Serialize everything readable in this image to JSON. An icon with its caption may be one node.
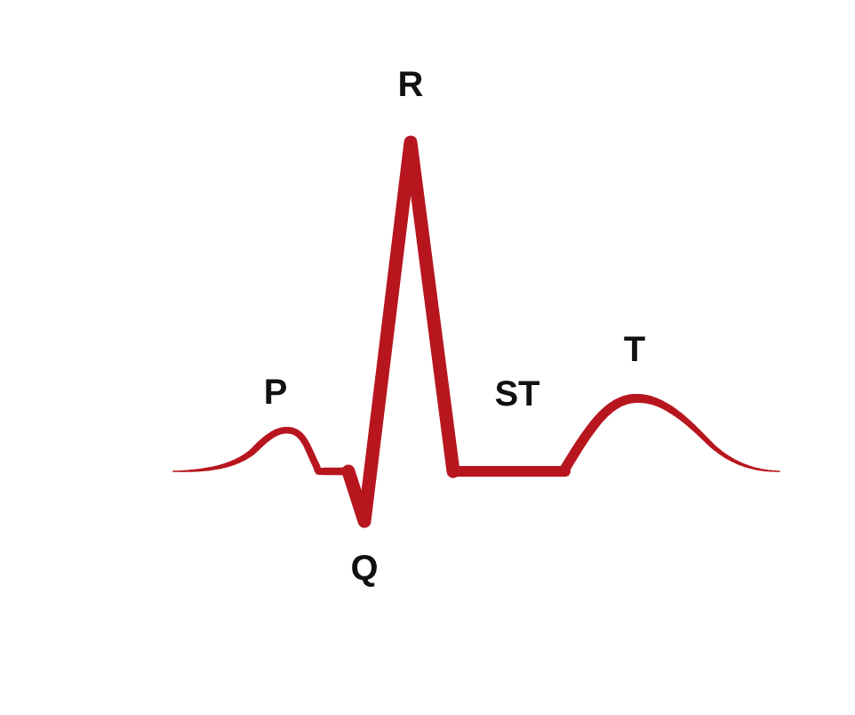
{
  "diagram": {
    "labels": [
      "P",
      "Q",
      "R",
      "ST",
      "T"
    ]
  }
}
